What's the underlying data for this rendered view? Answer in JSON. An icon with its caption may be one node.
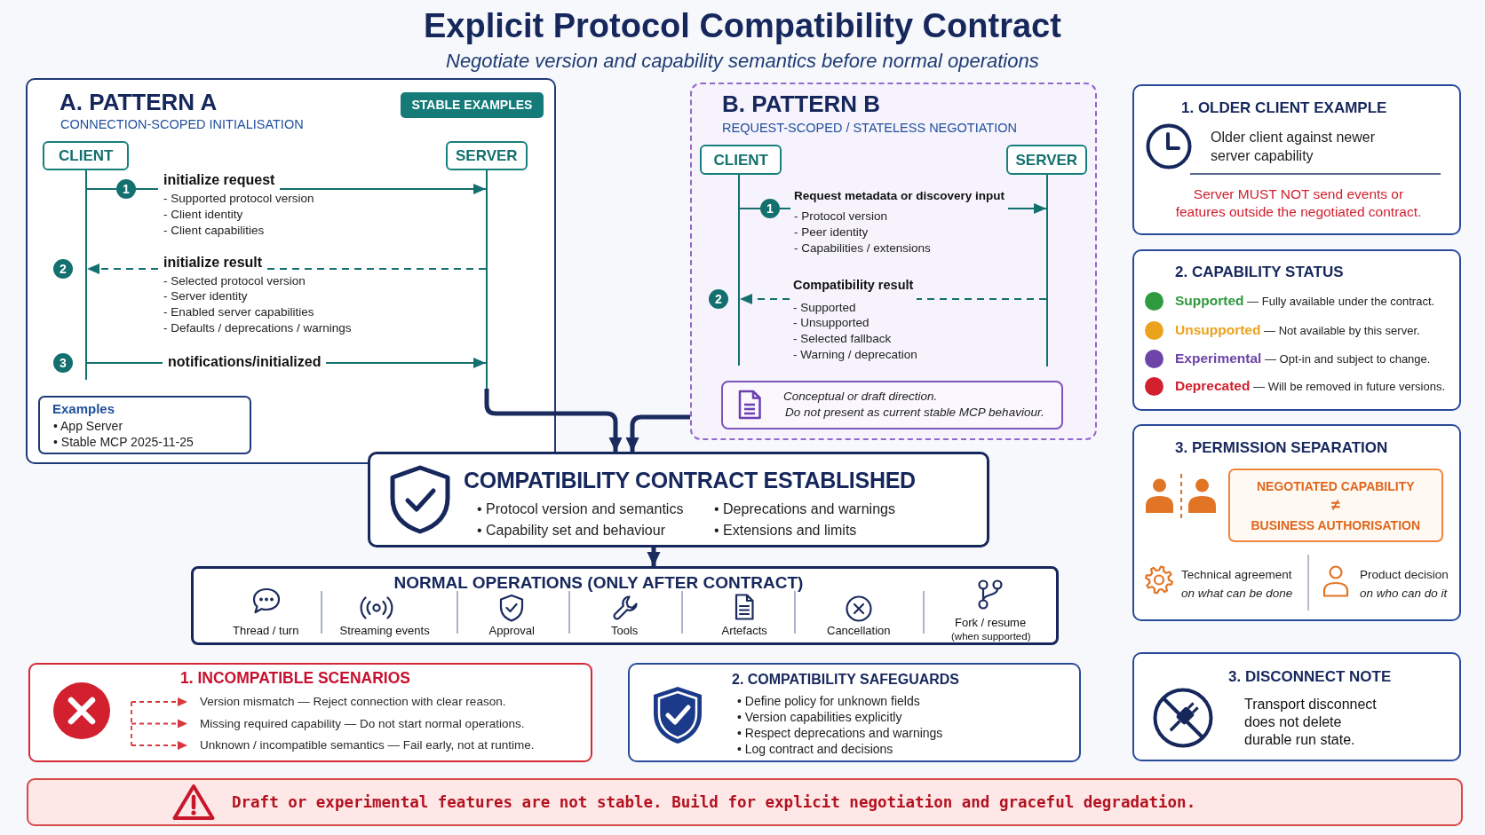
{
  "diagram": {
    "title": "Explicit Protocol Compatibility Contract",
    "nodes": [
      {
        "text": [
          "A. PATTERN A",
          "CONNECTION-SCOPED INITIALISATION"
        ]
      },
      {
        "text": [
          "STABLE EXAMPLES"
        ],
        "in": 0
      },
      {
        "text": [
          "CLIENT"
        ],
        "in": 0
      },
      {
        "text": [
          "SERVER"
        ],
        "in": 0
      },
      {
        "text": [],
        "shape": "bar",
        "in": 0
      },
      {
        "text": [],
        "shape": "bar",
        "in": 0
      },
      {
        "text": [
          "Examples",
          "• App Server",
          "• Stable MCP 2025-11-25"
        ],
        "in": 0
      },
      {
        "text": [
          "B. PATTERN B",
          "REQUEST-SCOPED / STATELESS NEGOTIATION"
        ]
      },
      {
        "text": [
          "CLIENT"
        ],
        "in": 7
      },
      {
        "text": [
          "SERVER"
        ],
        "in": 7
      },
      {
        "text": [],
        "shape": "bar",
        "in": 7
      },
      {
        "text": [],
        "shape": "bar",
        "in": 7
      },
      {
        "text": [
          "Conceptual or draft direction.",
          "Do not present as current stable MCP behaviour."
        ],
        "in": 7
      },
      {
        "text": [
          "1. OLDER CLIENT EXAMPLE",
          "Older client against newer server capability",
          "Server MUST NOT send events or features outside the negotiated contract."
        ]
      },
      {
        "text": [
          "2. CAPABILITY STATUS"
        ]
      },
      {
        "text": [
          "3. PERMISSION SEPARATION",
          "Technical agreement *on what can be done*",
          "Product decision *on who can do it*"
        ]
      },
      {
        "text": [
          "NEGOTIATED CAPABILITY",
          "≠",
          "BUSINESS AUTHORISATION"
        ],
        "in": 15
      },
      {
        "text": [
          "COMPATIBILITY CONTRACT ESTABLISHED",
          "• Protocol version and semantics",
          "• Capability set and behaviour",
          "• Deprecations and warnings",
          "• Extensions and limits"
        ]
      },
      {
        "text": [
          "NORMAL OPERATIONS (ONLY AFTER CONTRACT)",
          "Thread / turn",
          "Streaming events",
          "Approval",
          "Tools",
          "Artefacts",
          "Cancellation",
          "Fork / resume",
          "(when supported)"
        ]
      },
      {
        "text": [
          "1. INCOMPATIBLE SCENARIOS",
          "Version mismatch — Reject connection with clear reason.",
          "Missing required capability — Do not start normal operations.",
          "Unknown / incompatible semantics — Fail early, not at runtime."
        ]
      },
      {
        "text": [
          "2. COMPATIBILITY SAFEGUARDS",
          "• Define policy for unknown fields",
          "• Version capabilities explicitly",
          "• Respect deprecations and warnings",
          "• Log contract and decisions"
        ]
      },
      {
        "text": [
          "3. DISCONNECT NOTE",
          "Transport disconnect does not delete durable run state."
        ]
      },
      {
        "text": [
          "Draft or experimental features are not stable. Build for explicit negotiation and graceful degradation."
        ]
      }
    ],
    "edges": [
      {
        "from": 4,
        "to": 5,
        "arrow": "to",
        "label": "initialize request"
      },
      {
        "from": 5,
        "to": 4,
        "arrow": "to",
        "label": "initialize result",
        "style": "dashed"
      },
      {
        "from": 4,
        "to": 5,
        "arrow": "to",
        "label": "notifications/initialized"
      },
      {
        "from": 10,
        "to": 11,
        "arrow": "to",
        "label": "Request metadata or discovery input"
      },
      {
        "from": 11,
        "to": 10,
        "arrow": "to",
        "label": "Compatibility result",
        "style": "dashed"
      },
      {
        "from": 5,
        "to": 17,
        "arrow": "to",
        "style": "thick",
        "color": "#1b2b5e"
      },
      {
        "from": 7,
        "to": 17,
        "arrow": "to",
        "style": "thick",
        "color": "#1b2b5e"
      },
      {
        "from": 17,
        "to": 18,
        "arrow": "to",
        "style": "thick",
        "color": "#1b2b5e"
      }
    ],
    "labels": [
      "Negotiate version and capability semantics before normal operations",
      "1",
      "- Supported protocol version",
      "- Client identity",
      "- Client capabilities",
      "2",
      "- Selected protocol version",
      "- Server identity",
      "- Enabled server capabilities",
      "- Defaults / deprecations / warnings",
      "3",
      "1",
      "- Protocol version",
      "- Peer identity",
      "- Capabilities / extensions",
      "2",
      "- Supported",
      "- Unsupported",
      "- Selected fallback",
      "- Warning / deprecation"
    ],
    "legend": [
      {
        "text": "**Supported** — Fully available under the contract.",
        "color": "#2f9a3e"
      },
      {
        "text": "**Unsupported** — Not available by this server.",
        "color": "#eba21d"
      },
      {
        "text": "**Experimental** — Opt-in and subject to change.",
        "color": "#6d44a8"
      },
      {
        "text": "**Deprecated** — Will be removed in future versions.",
        "color": "#d3202f"
      }
    ]
  }
}
